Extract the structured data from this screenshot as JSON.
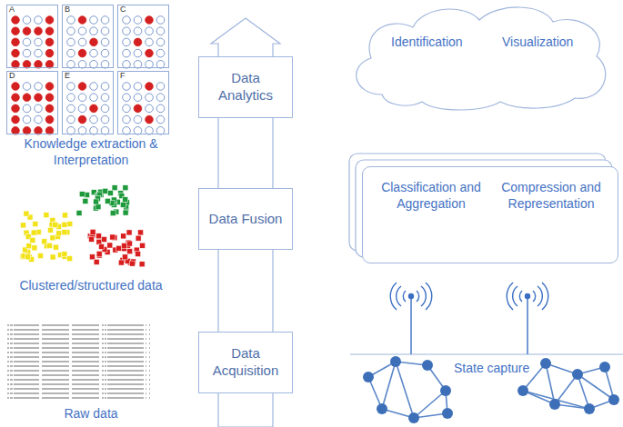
{
  "diagram": {
    "nodes": [
      {
        "text": [
          "A"
        ]
      },
      {
        "text": [
          "B"
        ]
      },
      {
        "text": [
          "C"
        ]
      },
      {
        "text": [
          "D"
        ]
      },
      {
        "text": [
          "E"
        ]
      },
      {
        "text": [
          "F"
        ]
      },
      {
        "text": [
          "Data Analytics"
        ]
      },
      {
        "text": [
          "Identification",
          "Visualization"
        ]
      },
      {
        "text": [
          "Data Fusion"
        ]
      },
      {
        "text": [
          "Classification and Aggregation",
          "Compression and Representation"
        ]
      },
      {
        "text": [
          "Data Acquisition"
        ]
      }
    ],
    "labels": [
      "Knowledge extraction & Interpretation",
      "Clustered/structured data",
      "Raw data",
      "State capture"
    ]
  }
}
